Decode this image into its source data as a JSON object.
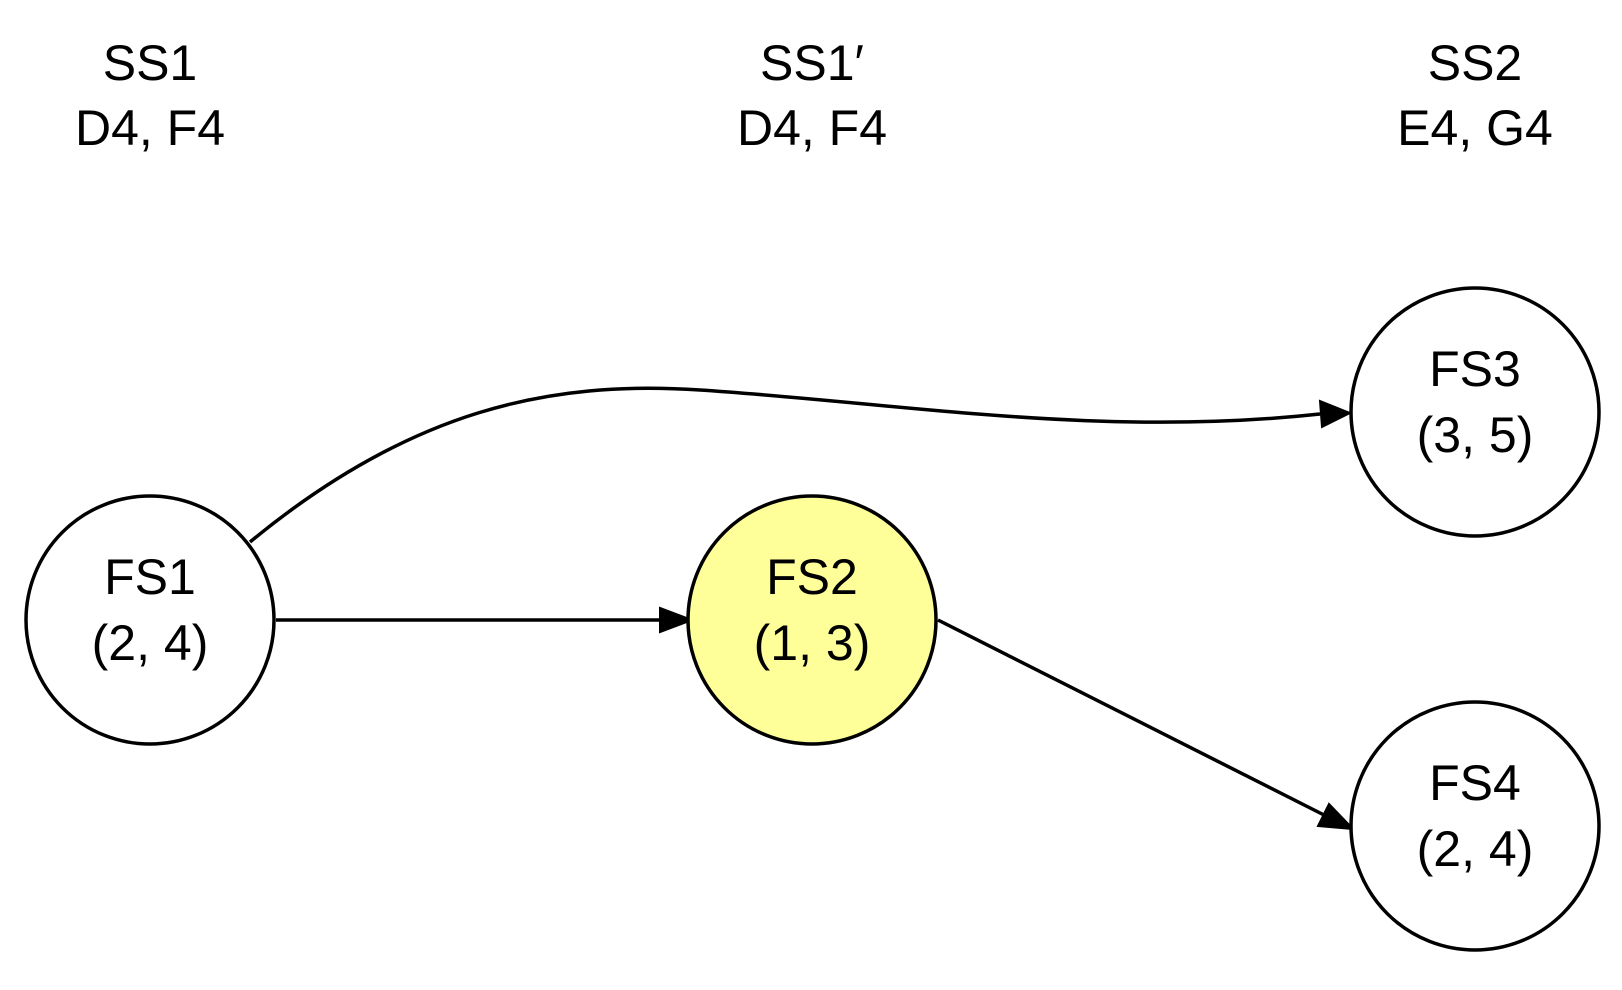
{
  "columns": [
    {
      "name": "SS1",
      "notes": "D4, F4"
    },
    {
      "name": "SS1′",
      "notes": "D4, F4"
    },
    {
      "name": "SS2",
      "notes": "E4, G4"
    }
  ],
  "nodes": {
    "fs1": {
      "label": "FS1",
      "value": "(2, 4)",
      "fill": "#ffffff"
    },
    "fs2": {
      "label": "FS2",
      "value": "(1, 3)",
      "fill": "#ffff99"
    },
    "fs3": {
      "label": "FS3",
      "value": "(3, 5)",
      "fill": "#ffffff"
    },
    "fs4": {
      "label": "FS4",
      "value": "(2, 4)",
      "fill": "#ffffff"
    }
  },
  "edges": [
    {
      "from": "FS1",
      "to": "FS2"
    },
    {
      "from": "FS1",
      "to": "FS3"
    },
    {
      "from": "FS2",
      "to": "FS4"
    }
  ]
}
